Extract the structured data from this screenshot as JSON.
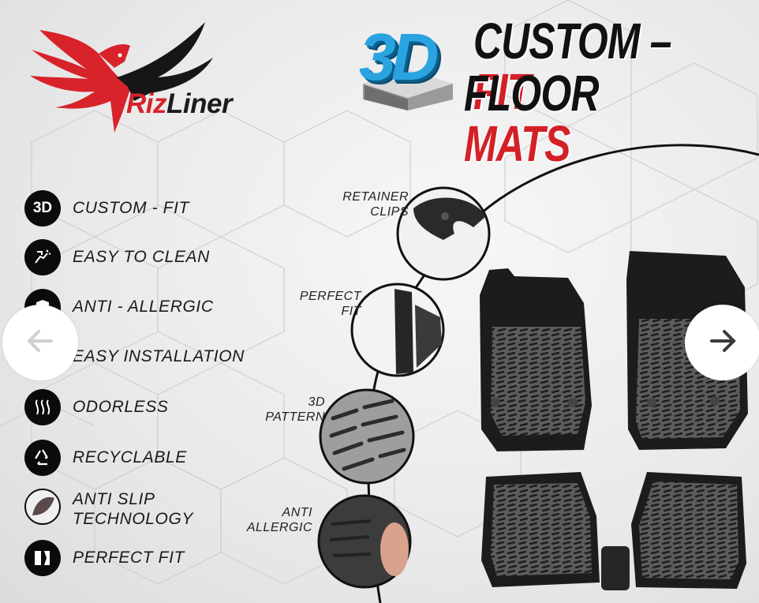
{
  "brand": {
    "name_prefix": "Riz",
    "name_suffix": "Liner"
  },
  "title": {
    "badge": "3D",
    "line1_black": "CUSTOM – ",
    "line1_red": "FIT",
    "line2_black": "FLOOR ",
    "line2_red": "MATS"
  },
  "features": [
    {
      "label": "CUSTOM - FIT",
      "icon": "3d-badge-icon",
      "icon_text": "3D"
    },
    {
      "label": "EASY TO CLEAN",
      "icon": "cleaning-hand-icon"
    },
    {
      "label": "ANTI - ALLERGIC",
      "icon": "shield-icon"
    },
    {
      "label": "EASY INSTALLATION",
      "icon": "hands-icon"
    },
    {
      "label": "ODORLESS",
      "icon": "waves-icon"
    },
    {
      "label": "RECYCLABLE",
      "icon": "recycle-icon"
    },
    {
      "label": "ANTI SLIP TECHNOLOGY",
      "label_line1": "ANTI SLIP",
      "label_line2": "TECHNOLOGY",
      "icon": "rubber-sample-icon"
    },
    {
      "label": "PERFECT FIT",
      "icon": "fit-bracket-icon"
    }
  ],
  "callouts": [
    {
      "line1": "RETAINER",
      "line2": "CLIPS"
    },
    {
      "line1": "PERFECT",
      "line2": "FIT"
    },
    {
      "line1": "3D",
      "line2": "PATTERN"
    },
    {
      "line1": "ANTI",
      "line2": "ALLERGIC"
    }
  ],
  "colors": {
    "brand_red": "#d8232a",
    "title_red": "#d41f26",
    "dark": "#111111",
    "badge_blue": "#2aa4e0",
    "mat": "#1c1c1c"
  },
  "carousel": {
    "prev_icon": "arrow-left-icon",
    "next_icon": "arrow-right-icon"
  }
}
